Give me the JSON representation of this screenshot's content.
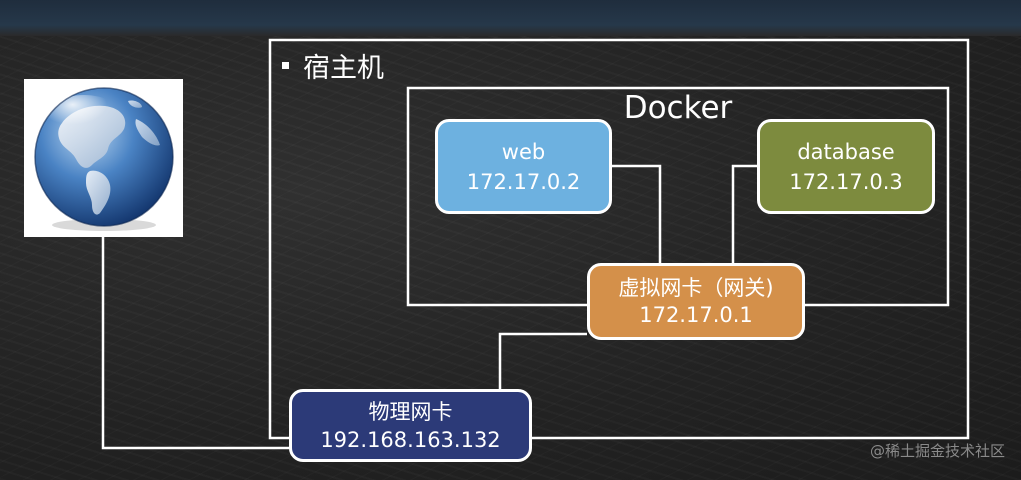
{
  "host": {
    "label": "宿主机"
  },
  "docker": {
    "label": "Docker"
  },
  "web": {
    "name": "web",
    "ip": "172.17.0.2",
    "color": "#6db1e0"
  },
  "database": {
    "name": "database",
    "ip": "172.17.0.3",
    "color": "#7d8b3e"
  },
  "gateway": {
    "name": "虚拟网卡（网关)",
    "ip": "172.17.0.1",
    "color": "#d4904a"
  },
  "physical_nic": {
    "name": "物理网卡",
    "ip": "192.168.163.132",
    "color": "#2c3a78"
  },
  "internet": {
    "icon": "globe-icon"
  },
  "watermark": "@稀土掘金技术社区"
}
